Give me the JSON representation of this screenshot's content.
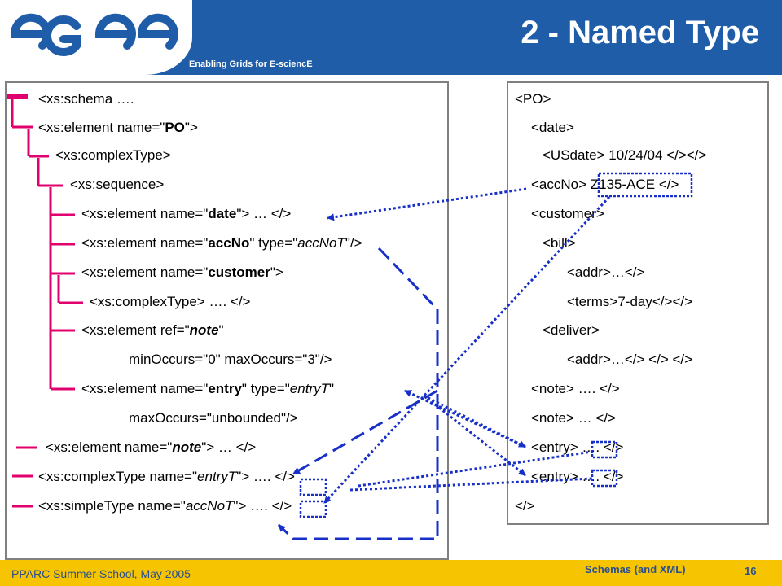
{
  "header": {
    "logo_text": "egee",
    "tagline": "Enabling Grids for E-sciencE",
    "title": "2 - Named Type"
  },
  "left_lines": [
    [
      "<xs:schema ….",
      "",
      "",
      "",
      "",
      "",
      "",
      "",
      ""
    ],
    [
      "<xs:element name=\"",
      "PO",
      "\">",
      "",
      "",
      "",
      "",
      "",
      ""
    ],
    [
      "<xs:complexType>",
      "",
      "",
      "",
      "",
      "",
      "",
      "",
      ""
    ],
    [
      "<xs:sequence>",
      "",
      "",
      "",
      "",
      "",
      "",
      "",
      ""
    ],
    [
      "<xs:element name=\"",
      "date",
      "\"> …  </>",
      "",
      "",
      "",
      "",
      "",
      ""
    ],
    [
      "<xs:element name=\"",
      "accNo",
      "\" type=\"",
      "accNoT",
      "\"/>",
      "",
      "",
      "",
      ""
    ],
    [
      "<xs:element name=\"",
      "customer",
      "\">",
      "",
      "",
      "",
      "",
      "",
      ""
    ],
    [
      "<xs:complexType> ….  </>",
      "",
      "",
      "",
      "",
      "",
      "",
      "",
      ""
    ],
    [
      "<xs:element ref=\"",
      "note",
      "\"",
      "",
      "",
      "",
      "",
      "",
      ""
    ],
    [
      "minOccurs=\"0\" maxOccurs=\"3\"/>",
      "",
      "",
      "",
      "",
      "",
      "",
      "",
      ""
    ],
    [
      "<xs:element name=\"",
      "entry",
      "\"  type=\"",
      "entryT",
      "\"",
      "",
      "",
      "",
      ""
    ],
    [
      "maxOccurs=\"unbounded\"/>",
      "",
      "",
      "",
      "",
      "",
      "",
      "",
      ""
    ],
    [
      "<xs:element name=\"",
      "note",
      "\"> …  </>",
      "",
      "",
      "",
      "",
      "",
      ""
    ],
    [
      "<xs:complexType name=\"",
      "entryT",
      "\"> ",
      "….",
      " </>",
      "",
      "",
      "",
      ""
    ],
    [
      "<xs:simpleType name=\"",
      "accNoT",
      "\"> ",
      "….",
      " </>",
      "",
      "",
      "",
      ""
    ]
  ],
  "right_lines": [
    "<PO>",
    "<date>",
    "<USdate> 10/24/04 </></>",
    "<accNo> Z135-ACE </>",
    "<customer>",
    "<bill>",
    "<addr>…</>",
    "<terms>7-day</></>",
    "<deliver>",
    "<addr>…</> </> </>",
    "<note> …. </>",
    "<note> … </>",
    "<entry> …. </>",
    "<entry> …. </>",
    "</>"
  ],
  "footer": {
    "left": "PPARC Summer School, May 2005",
    "center": "Schemas (and XML)",
    "page": "16"
  },
  "colors": {
    "header_bg": "#1f5da8",
    "footer_bg": "#f6c400",
    "tree_red": "#e0006e",
    "arrow_blue": "#1830c8"
  }
}
